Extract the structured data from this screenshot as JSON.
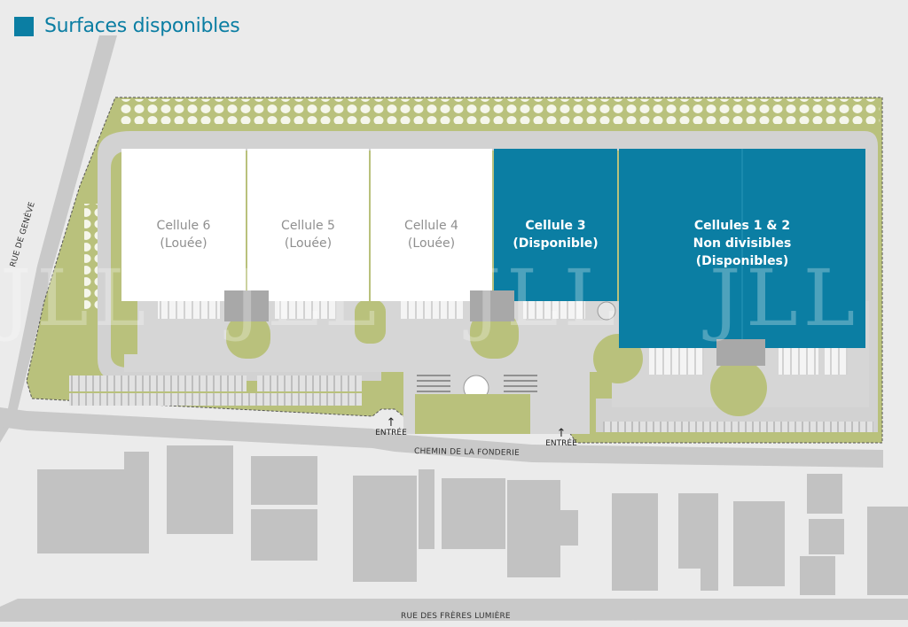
{
  "legend": {
    "label": "Surfaces disponibles",
    "color": "#0b7ea3"
  },
  "colors": {
    "background": "#ebebeb",
    "green_space": "#b9c17c",
    "road": "#c9c9c9",
    "building": "#c2c2c2",
    "available": "#0b7ea3",
    "leased": "#ffffff"
  },
  "cells": [
    {
      "id": "cellule-6",
      "line1": "Cellule 6",
      "line2": "(Louée)",
      "line3": "",
      "status": "leased"
    },
    {
      "id": "cellule-5",
      "line1": "Cellule 5",
      "line2": "(Louée)",
      "line3": "",
      "status": "leased"
    },
    {
      "id": "cellule-4",
      "line1": "Cellule 4",
      "line2": "(Louée)",
      "line3": "",
      "status": "leased"
    },
    {
      "id": "cellule-3",
      "line1": "Cellule 3",
      "line2": "(Disponible)",
      "line3": "",
      "status": "available"
    },
    {
      "id": "cellules-1-2",
      "line1": "Cellules 1 & 2",
      "line2": "Non divisibles",
      "line3": "(Disponibles)",
      "status": "available"
    }
  ],
  "streets": {
    "rue_de_geneve": "RUE DE GENÈVE",
    "chemin_fonderie": "CHEMIN DE LA FONDERIE",
    "rue_freres_lumiere": "RUE DES FRÈRES LUMIÈRE"
  },
  "entrances": [
    {
      "label": "ENTRÉE"
    },
    {
      "label": "ENTRÉE"
    }
  ],
  "watermark": "JLL"
}
